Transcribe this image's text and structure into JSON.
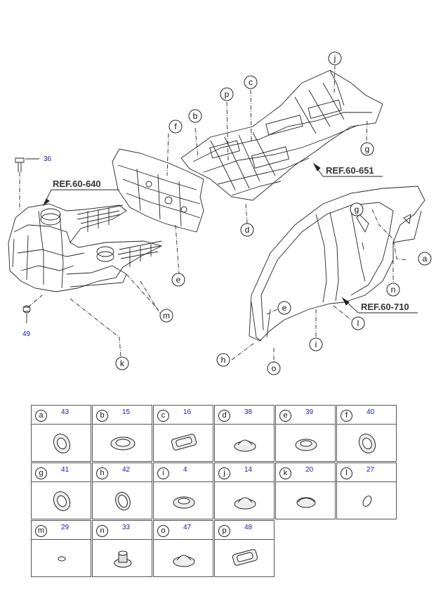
{
  "callouts": {
    "36": "36",
    "49": "49",
    "ref_640": "REF.60-640",
    "ref_651": "REF.60-651",
    "ref_710": "REF.60-710"
  },
  "letters": {
    "a": "a",
    "b": "b",
    "c": "c",
    "d": "d",
    "e": "e",
    "f": "f",
    "g": "g",
    "h": "h",
    "i": "i",
    "j": "j",
    "k": "k",
    "l": "l",
    "m": "m",
    "n": "n",
    "o": "o",
    "p": "p"
  },
  "parts": [
    {
      "letter": "a",
      "number": "43",
      "icon": "grommet-angled-icon"
    },
    {
      "letter": "b",
      "number": "15",
      "icon": "grommet-flat-icon"
    },
    {
      "letter": "c",
      "number": "16",
      "icon": "rect-plug-icon"
    },
    {
      "letter": "d",
      "number": "38",
      "icon": "dome-plug-icon"
    },
    {
      "letter": "e",
      "number": "39",
      "icon": "ring-plug-icon"
    },
    {
      "letter": "f",
      "number": "40",
      "icon": "grommet-angled-icon"
    },
    {
      "letter": "g",
      "number": "41",
      "icon": "grommet-angled-icon"
    },
    {
      "letter": "h",
      "number": "42",
      "icon": "grommet-oval-icon"
    },
    {
      "letter": "i",
      "number": "4",
      "icon": "ring-plug-icon"
    },
    {
      "letter": "j",
      "number": "14",
      "icon": "dome-plug-icon"
    },
    {
      "letter": "k",
      "number": "20",
      "icon": "oval-plug-icon"
    },
    {
      "letter": "l",
      "number": "27",
      "icon": "thin-oval-icon"
    },
    {
      "letter": "m",
      "number": "29",
      "icon": "small-oval-icon"
    },
    {
      "letter": "n",
      "number": "33",
      "icon": "stepped-plug-icon"
    },
    {
      "letter": "o",
      "number": "47",
      "icon": "dome-plug-icon"
    },
    {
      "letter": "p",
      "number": "48",
      "icon": "rect-plug-icon"
    }
  ]
}
